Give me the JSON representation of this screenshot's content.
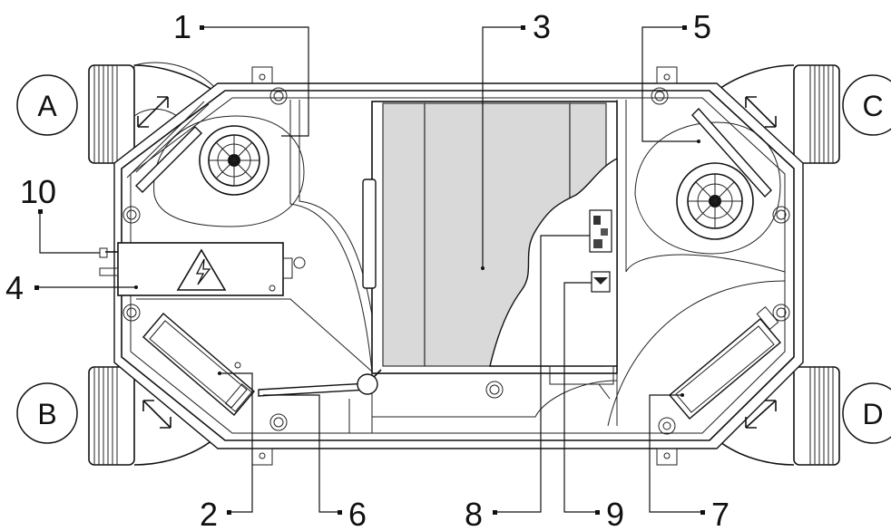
{
  "callouts": {
    "c1": "1",
    "c2": "2",
    "c3": "3",
    "c4": "4",
    "c5": "5",
    "c6": "6",
    "c7": "7",
    "c8": "8",
    "c9": "9",
    "c10": "10"
  },
  "ports": {
    "a": "A",
    "b": "B",
    "c": "C",
    "d": "D"
  },
  "icons": {
    "warning": "high-voltage-warning-icon",
    "airflow": "double-arrow-icon"
  }
}
